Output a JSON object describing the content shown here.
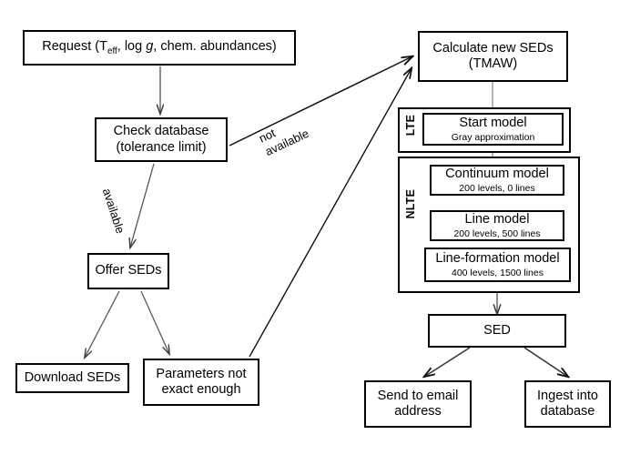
{
  "diagram": {
    "title": "TMAW SED request and calculation workflow",
    "background_color": "#ffffff",
    "line_color": "#000000"
  },
  "nodes": {
    "request": {
      "line1": "Request (T",
      "sub": "eff",
      "line1b": ", log ",
      "ital": "g",
      "line1c": ", chem. abundances)",
      "full_text": "Request (Teff, log g, chem. abundances)"
    },
    "check_database": {
      "line1": "Check database",
      "line2": "(tolerance limit)"
    },
    "offer_seds": {
      "line1": "Offer SEDs"
    },
    "download_seds": {
      "line1": "Download SEDs"
    },
    "parameters_not_exact": {
      "line1": "Parameters not",
      "line2": "exact enough"
    },
    "calculate_new_seds": {
      "line1": "Calculate new SEDs",
      "line2": "(TMAW)"
    },
    "start_model": {
      "line1": "Start model",
      "line2": "Gray approximation"
    },
    "continuum_model": {
      "line1": "Continuum model",
      "line2": "200 levels, 0 lines"
    },
    "line_model": {
      "line1": "Line model",
      "line2": "200 levels, 500 lines"
    },
    "line_formation_model": {
      "line1": "Line-formation model",
      "line2": "400 levels, 1500 lines"
    },
    "sed": {
      "line1": "SED"
    },
    "send_to_email": {
      "line1": "Send to email",
      "line2": "address"
    },
    "ingest_into_database": {
      "line1": "Ingest into",
      "line2": "database"
    }
  },
  "groups": {
    "lte": {
      "label": "LTE"
    },
    "nlte": {
      "label": "NLTE"
    }
  },
  "edge_labels": {
    "not_available": {
      "line1": "not",
      "line2": "available"
    },
    "available": {
      "text": "available"
    }
  }
}
